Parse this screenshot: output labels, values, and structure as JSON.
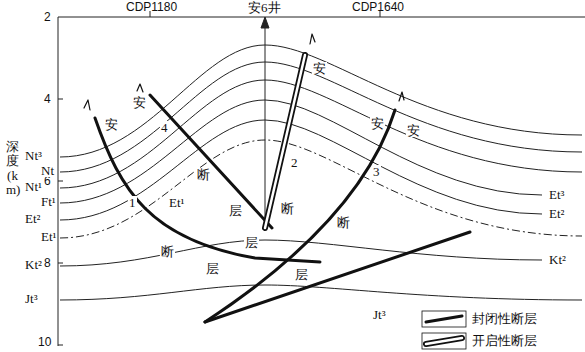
{
  "diagram": {
    "labels": [
      "CDP1180",
      "安6井",
      "CDP1640",
      "2",
      "4",
      "6",
      "8",
      "10",
      "深度(km)",
      "Nt³",
      "Nt",
      "Nt¹",
      "Ft¹",
      "Et²",
      "Et¹",
      "Kt²",
      "Jt³",
      "Et³",
      "Et²",
      "Kt²",
      "Jt³",
      "Et¹",
      "安",
      "1",
      "断",
      "层",
      "安",
      "4",
      "断",
      "层",
      "安",
      "2",
      "断",
      "层",
      "安",
      "安",
      "3",
      "断",
      "层"
    ],
    "legend": [
      {
        "text": "封闭性断层"
      },
      {
        "text": "开启性断层"
      }
    ]
  }
}
